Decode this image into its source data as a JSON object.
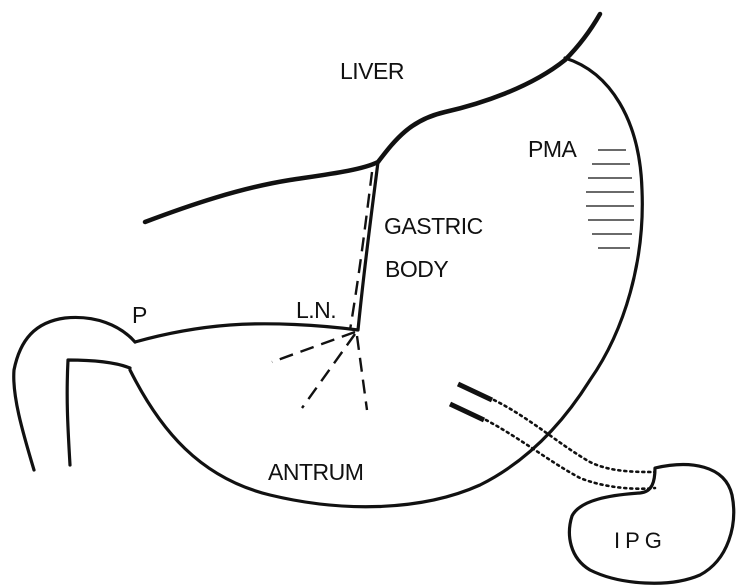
{
  "labels": {
    "liver": "LIVER",
    "pma": "PMA",
    "gastric_body_line1": "GASTRIC",
    "gastric_body_line2": "BODY",
    "ln": "L.N.",
    "pylorus": "P",
    "antrum": "ANTRUM",
    "ipg": "IPG"
  },
  "colors": {
    "ink": "#111111",
    "background": "#ffffff"
  }
}
